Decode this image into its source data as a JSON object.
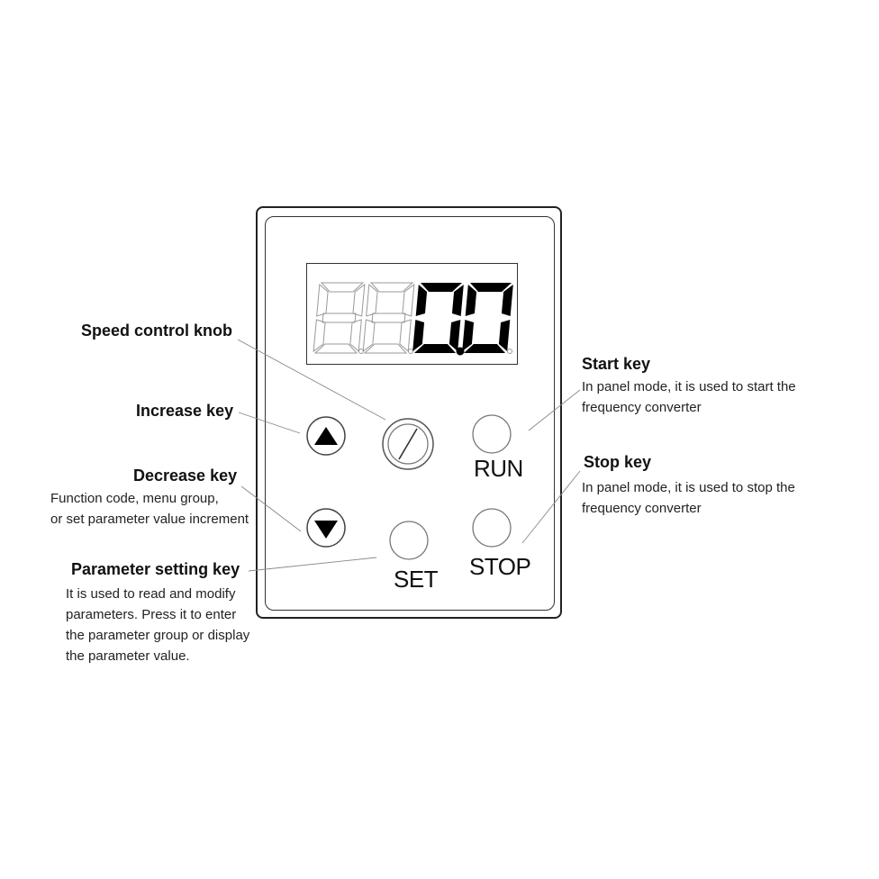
{
  "display": {
    "digits": [
      "8",
      "8",
      "0",
      "0"
    ],
    "lit": [
      false,
      false,
      true,
      true
    ]
  },
  "keys": {
    "run_label": "RUN",
    "stop_label": "STOP",
    "set_label": "SET"
  },
  "callouts": {
    "speed_knob": {
      "title": "Speed control knob"
    },
    "increase": {
      "title": "Increase key"
    },
    "decrease": {
      "title": "Decrease key",
      "desc": [
        "Function code, menu group,",
        "or set parameter value increment"
      ]
    },
    "parameter": {
      "title": "Parameter setting key",
      "desc": [
        "It is used to read and modify",
        "parameters. Press it to enter",
        "the parameter group or display",
        "the parameter value."
      ]
    },
    "start": {
      "title": "Start key",
      "desc": [
        "In panel mode, it is used to start the",
        "frequency converter"
      ]
    },
    "stop": {
      "title": "Stop key",
      "desc": [
        "In panel mode, it is used to stop the",
        "frequency converter"
      ]
    }
  }
}
